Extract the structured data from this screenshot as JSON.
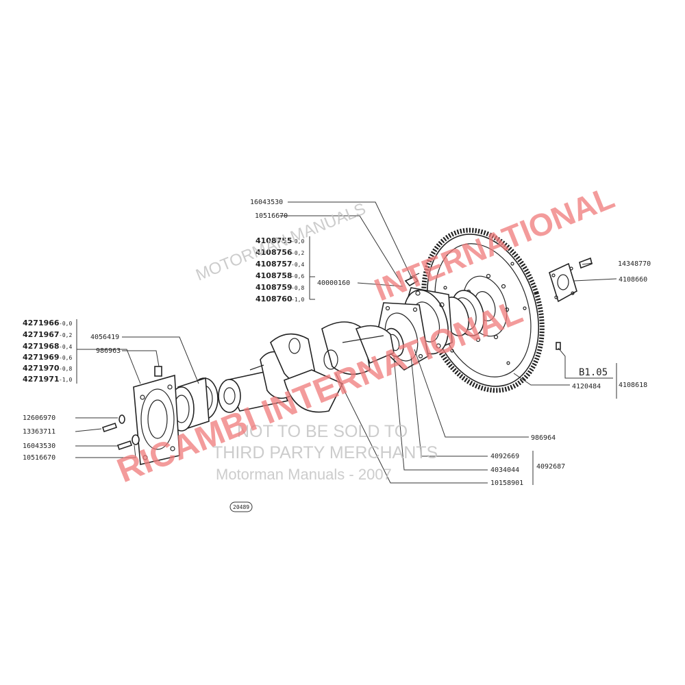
{
  "labels": {
    "l16043530_top": "16043530",
    "l10516670_top": "10516670",
    "l4108755": "4108755",
    "l4108756": "4108756",
    "l4108757": "4108757",
    "l4108758": "4108758",
    "l4108759": "4108759",
    "l4108760": "4108760",
    "l40000160": "40000160",
    "l14348770": "14348770",
    "l4108660": "4108660",
    "l4271966": "4271966",
    "l4271967": "4271967",
    "l4271968": "4271968",
    "l4271969": "4271969",
    "l4271970": "4271970",
    "l4271971": "4271971",
    "l4056419": "4056419",
    "l986963": "986963",
    "lB105": "B1.05",
    "l4120484": "4120484",
    "l4108618": "4108618",
    "l12606970": "12606970",
    "l13363711": "13363711",
    "l16043530_bot": "16043530",
    "l10516670_bot": "10516670",
    "l986964": "986964",
    "l4092669": "4092669",
    "l4034044": "4034044",
    "l4092687": "4092687",
    "l10158901": "10158901",
    "ref_number": "20489"
  },
  "undersize_suffixes": {
    "s0": "-0,0",
    "s2": "-0,2",
    "s4": "-0,4",
    "s6": "-0,6",
    "s8": "-0,8",
    "s10": "-1,0"
  },
  "watermark": {
    "red_bottom": "RICAMBI INTERNATIONAL",
    "red_top": "INTERNATIONAL",
    "gray_top": "MOTORMAN MANUALS",
    "gray_line1": "NOT TO BE SOLD TO",
    "gray_line2": "THIRD PARTY MERCHANTS",
    "gray_line3": "Motorman Manuals - 2007"
  },
  "colors": {
    "ink": "#222222",
    "watermark_red": "#f07a7a",
    "watermark_gray": "#c4c4c4"
  }
}
